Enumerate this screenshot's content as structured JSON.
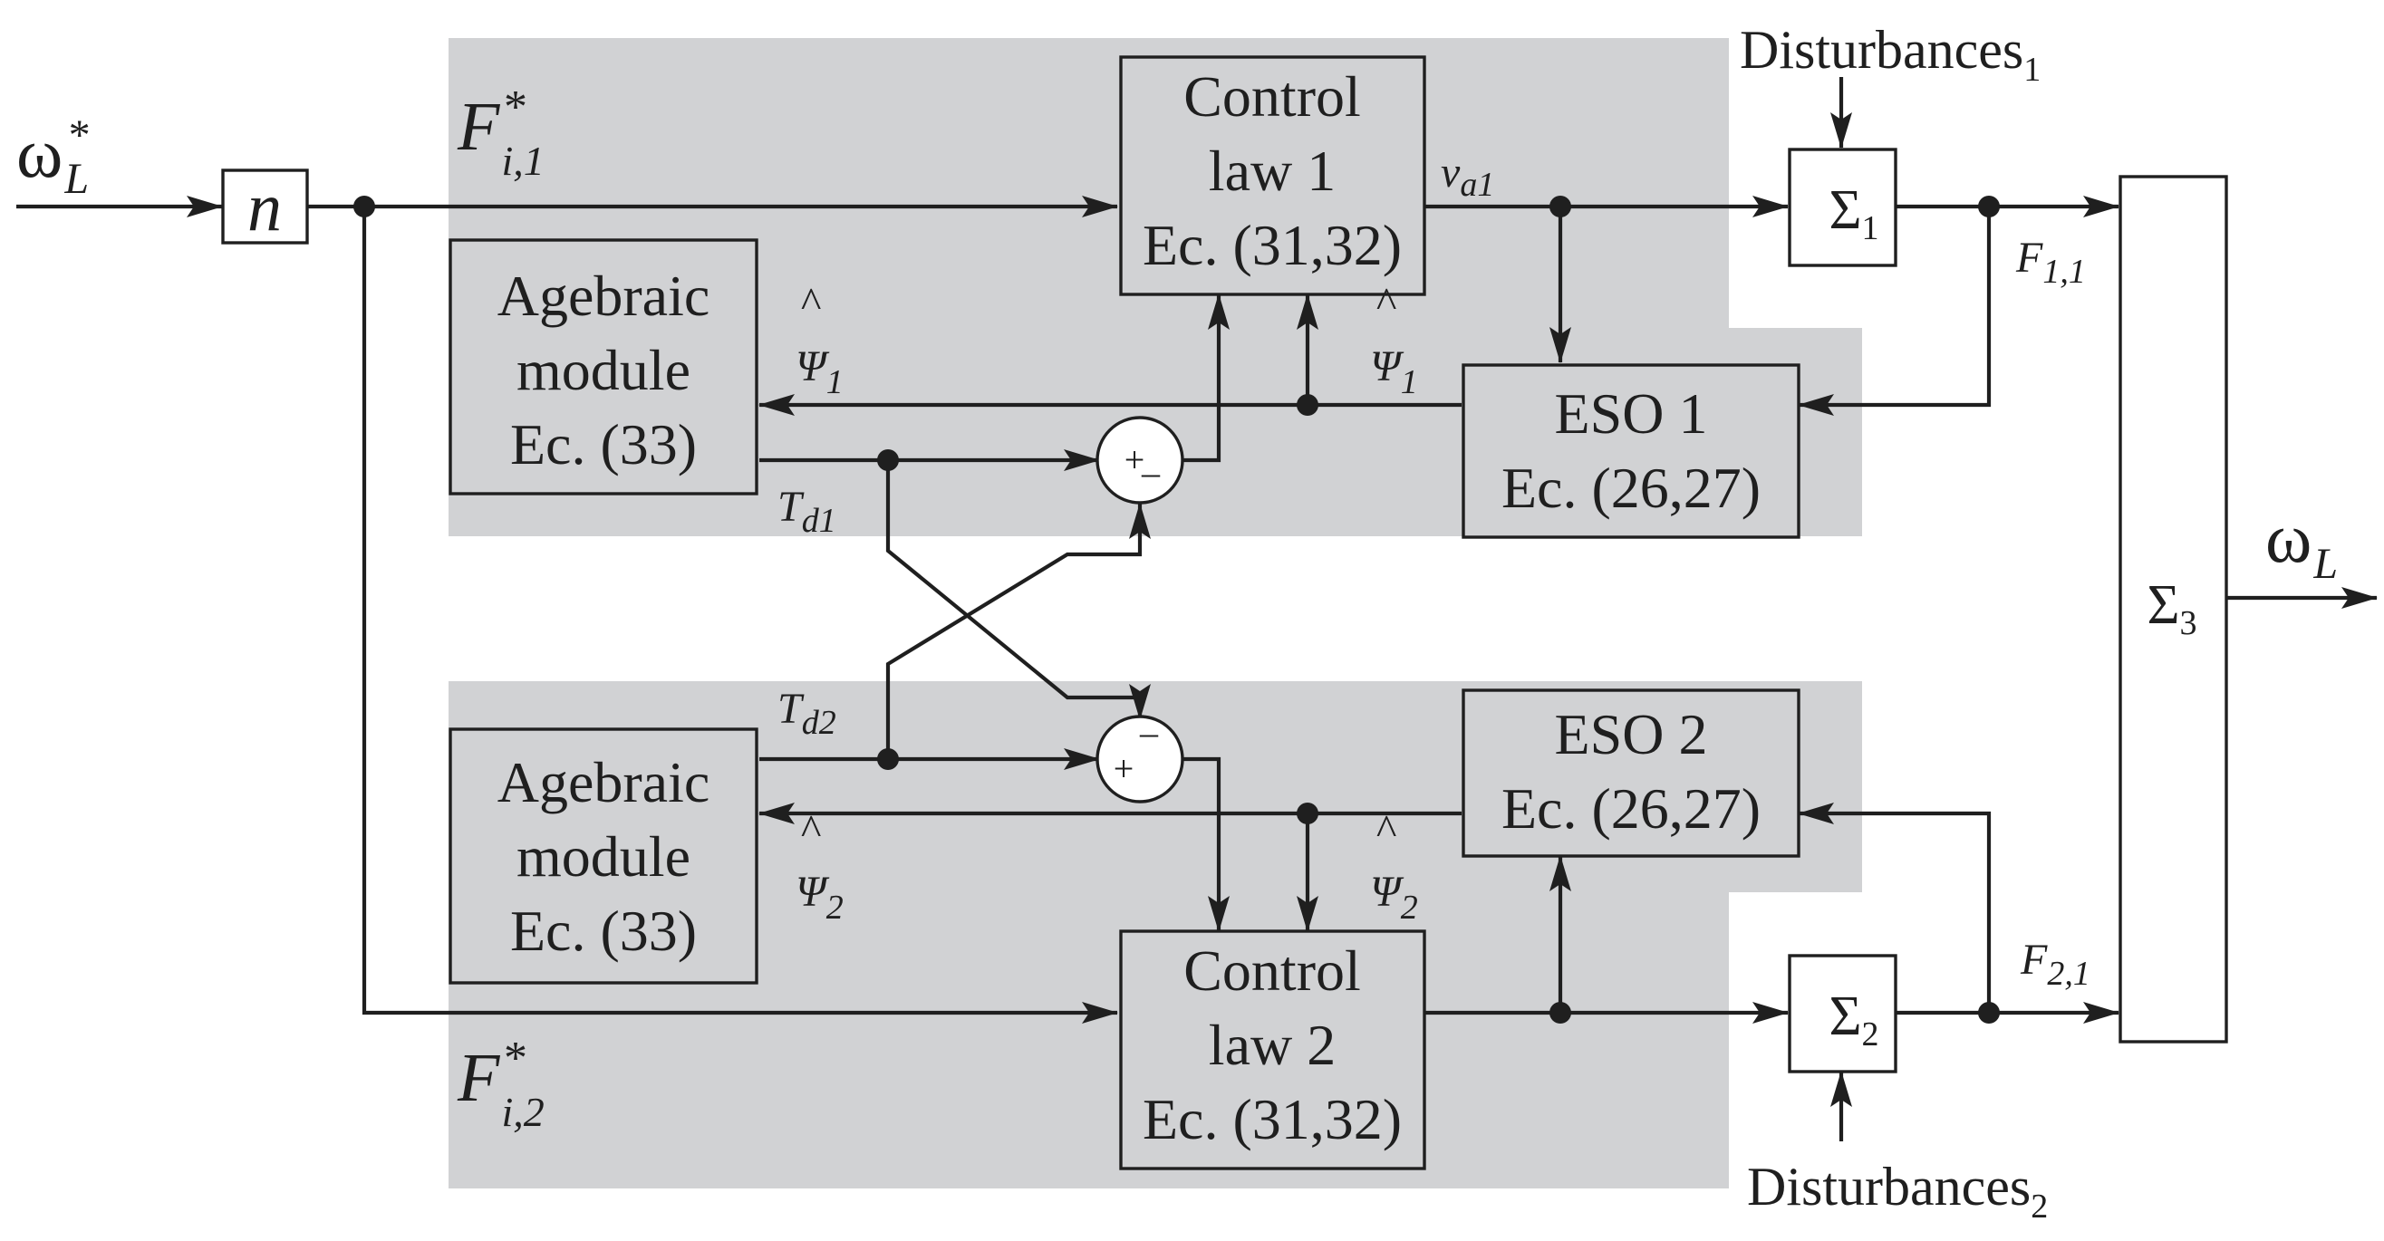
{
  "input": {
    "symbol": "ω",
    "sup": "*",
    "sub": "L"
  },
  "gain": {
    "label": "n"
  },
  "ref1": {
    "main": "F",
    "sup": "*",
    "sub": "i,1"
  },
  "ref2": {
    "main": "F",
    "sup": "*",
    "sub": "i,2"
  },
  "control1": {
    "line1": "Control",
    "line2": "law 1",
    "line3": "Ec. (31,32)"
  },
  "control2": {
    "line1": "Control",
    "line2": "law 2",
    "line3": "Ec. (31,32)"
  },
  "alg1": {
    "line1": "Agebraic",
    "line2": "module",
    "line3": "Ec. (33)"
  },
  "alg2": {
    "line1": "Agebraic",
    "line2": "module",
    "line3": "Ec. (33)"
  },
  "eso1": {
    "line1": "ESO 1",
    "line2": "Ec. (26,27)"
  },
  "eso2": {
    "line1": "ESO 2",
    "line2": "Ec. (26,27)"
  },
  "sum1": {
    "main": "Σ",
    "sub": "1"
  },
  "sum2": {
    "main": "Σ",
    "sub": "2"
  },
  "sum3": {
    "main": "Σ",
    "sub": "3"
  },
  "dist1": {
    "main": "Disturbances",
    "sub": "1"
  },
  "dist2": {
    "main": "Disturbances",
    "sub": "2"
  },
  "signals": {
    "va1": {
      "main": "v",
      "sub": "a1"
    },
    "f11": {
      "main": "F",
      "sub": "1,1"
    },
    "f21": {
      "main": "F",
      "sub": "2,1"
    },
    "td1": {
      "main": "T",
      "sub": "d1"
    },
    "td2": {
      "main": "T",
      "sub": "d2"
    },
    "psi1": {
      "main": "Ψ",
      "hat": "^",
      "sub": "1"
    },
    "psi2": {
      "main": "Ψ",
      "hat": "^",
      "sub": "2"
    }
  },
  "comp1": {
    "plus": "+",
    "minus": "–"
  },
  "comp2": {
    "plus": "+",
    "minus": "–"
  },
  "output": {
    "symbol": "ω",
    "sub": "L"
  }
}
